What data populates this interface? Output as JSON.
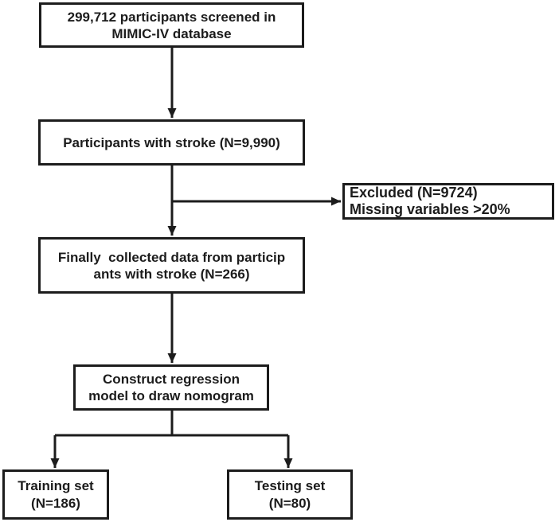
{
  "figure": {
    "type": "flowchart",
    "colors": {
      "background": "#ffffff",
      "line": "#1c1c1c",
      "text": "#1c1c1c",
      "box_fill": "#ffffff"
    }
  },
  "boxes": {
    "screened": {
      "line1": "299,712 participants screened in",
      "line2": "MIMIC-IV database"
    },
    "stroke": {
      "line1": "Participants with stroke (N=9,990)"
    },
    "excluded": {
      "line1": "Excluded (N=9724)",
      "line2": "Missing variables >20%"
    },
    "collected": {
      "line1": "Finally  collected data from particip",
      "line2": "ants with stroke (N=266)"
    },
    "regression": {
      "line1": "Construct regression",
      "line2": "model to draw nomogram"
    },
    "training": {
      "line1": "Training set",
      "line2": "(N=186)"
    },
    "testing": {
      "line1": "Testing set",
      "line2": "(N=80)"
    }
  }
}
